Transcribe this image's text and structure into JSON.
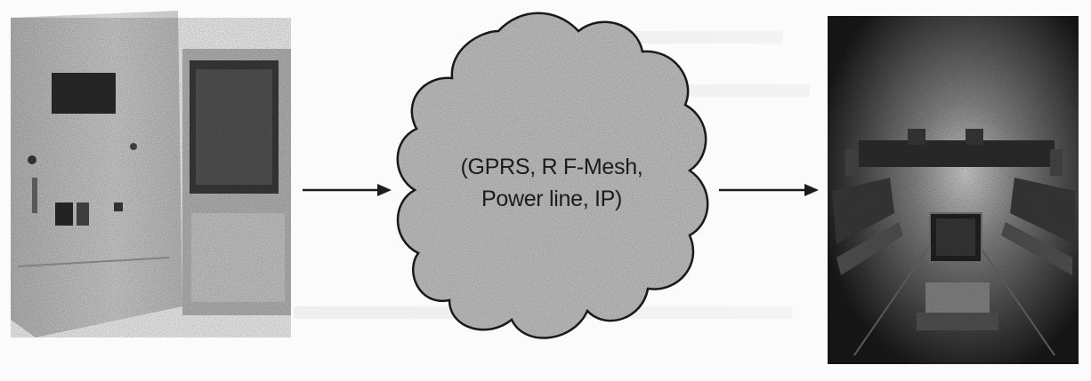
{
  "network": {
    "line1": "(GPRS, R F-Mesh,",
    "line2": "Power line, IP)"
  },
  "icons": {
    "source": "smart-meter-panel-photo",
    "destination": "control-room-photo"
  },
  "colors": {
    "ink": "#1c1c1c",
    "cloud_fill": "#c9c9c9",
    "paper": "#fbfbfb"
  }
}
